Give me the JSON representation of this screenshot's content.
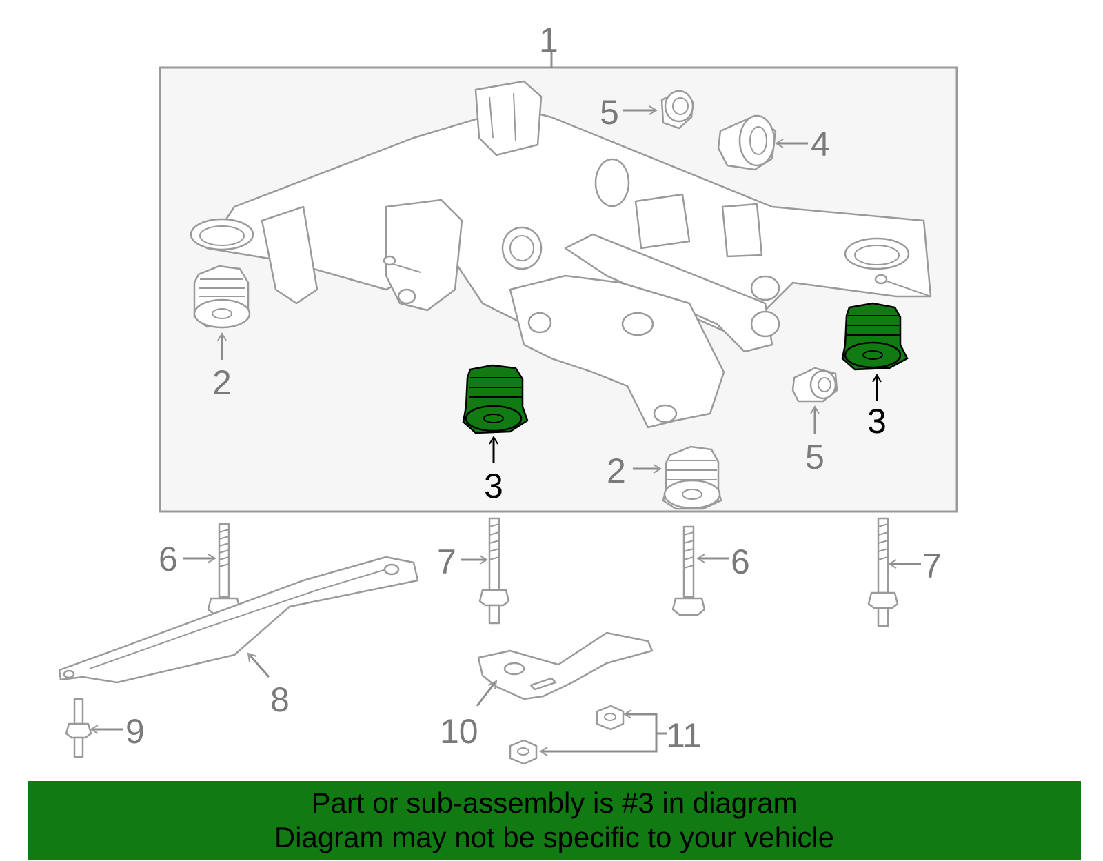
{
  "callouts": {
    "c1": "1",
    "c2a": "2",
    "c2b": "2",
    "c3a": "3",
    "c3b": "3",
    "c4": "4",
    "c5a": "5",
    "c5b": "5",
    "c6a": "6",
    "c6b": "6",
    "c7a": "7",
    "c7b": "7",
    "c8": "8",
    "c9": "9",
    "c10": "10",
    "c11": "11"
  },
  "banner": {
    "line1": "Part or sub-assembly is #3 in diagram",
    "line2": "Diagram may not be specific to your vehicle"
  },
  "colors": {
    "highlight": "#127a12",
    "line_art": "#9a9a9a",
    "box_fill": "#f6f6f6"
  }
}
